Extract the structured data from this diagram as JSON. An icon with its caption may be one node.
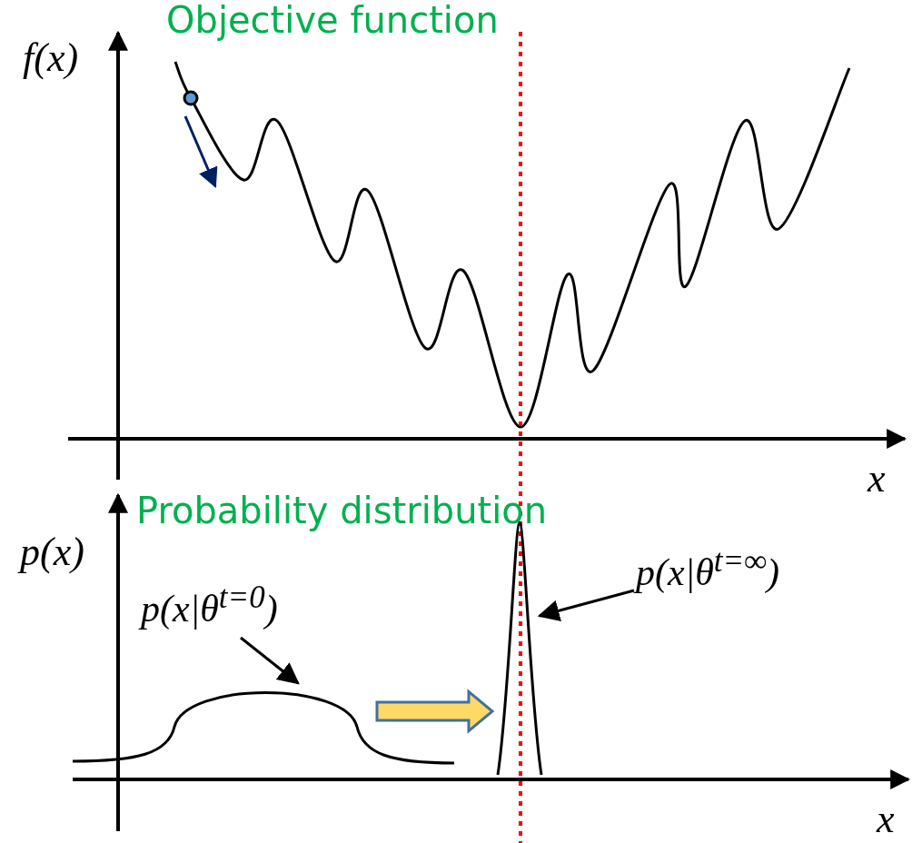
{
  "diagram": {
    "nodes": [
      {
        "text": [
          "p(x|θ$^{t=0}$)"
        ]
      },
      {
        "text": [],
        "shape": "curve"
      },
      {
        "text": [
          "p(x|θ$^{t=∞}$)"
        ]
      },
      {
        "text": [],
        "shape": "curve"
      }
    ],
    "edges": [
      {
        "from": 0,
        "to": 1,
        "arrow": "to"
      },
      {
        "from": 2,
        "to": 3,
        "arrow": "to"
      },
      {
        "from": 1,
        "to": 3,
        "arrow": "to",
        "style": "thick",
        "color": "#ffd966"
      }
    ],
    "labels": [
      "Objective function",
      "f(x)",
      "x",
      "Probability distribution",
      "p(x)",
      "x"
    ]
  }
}
